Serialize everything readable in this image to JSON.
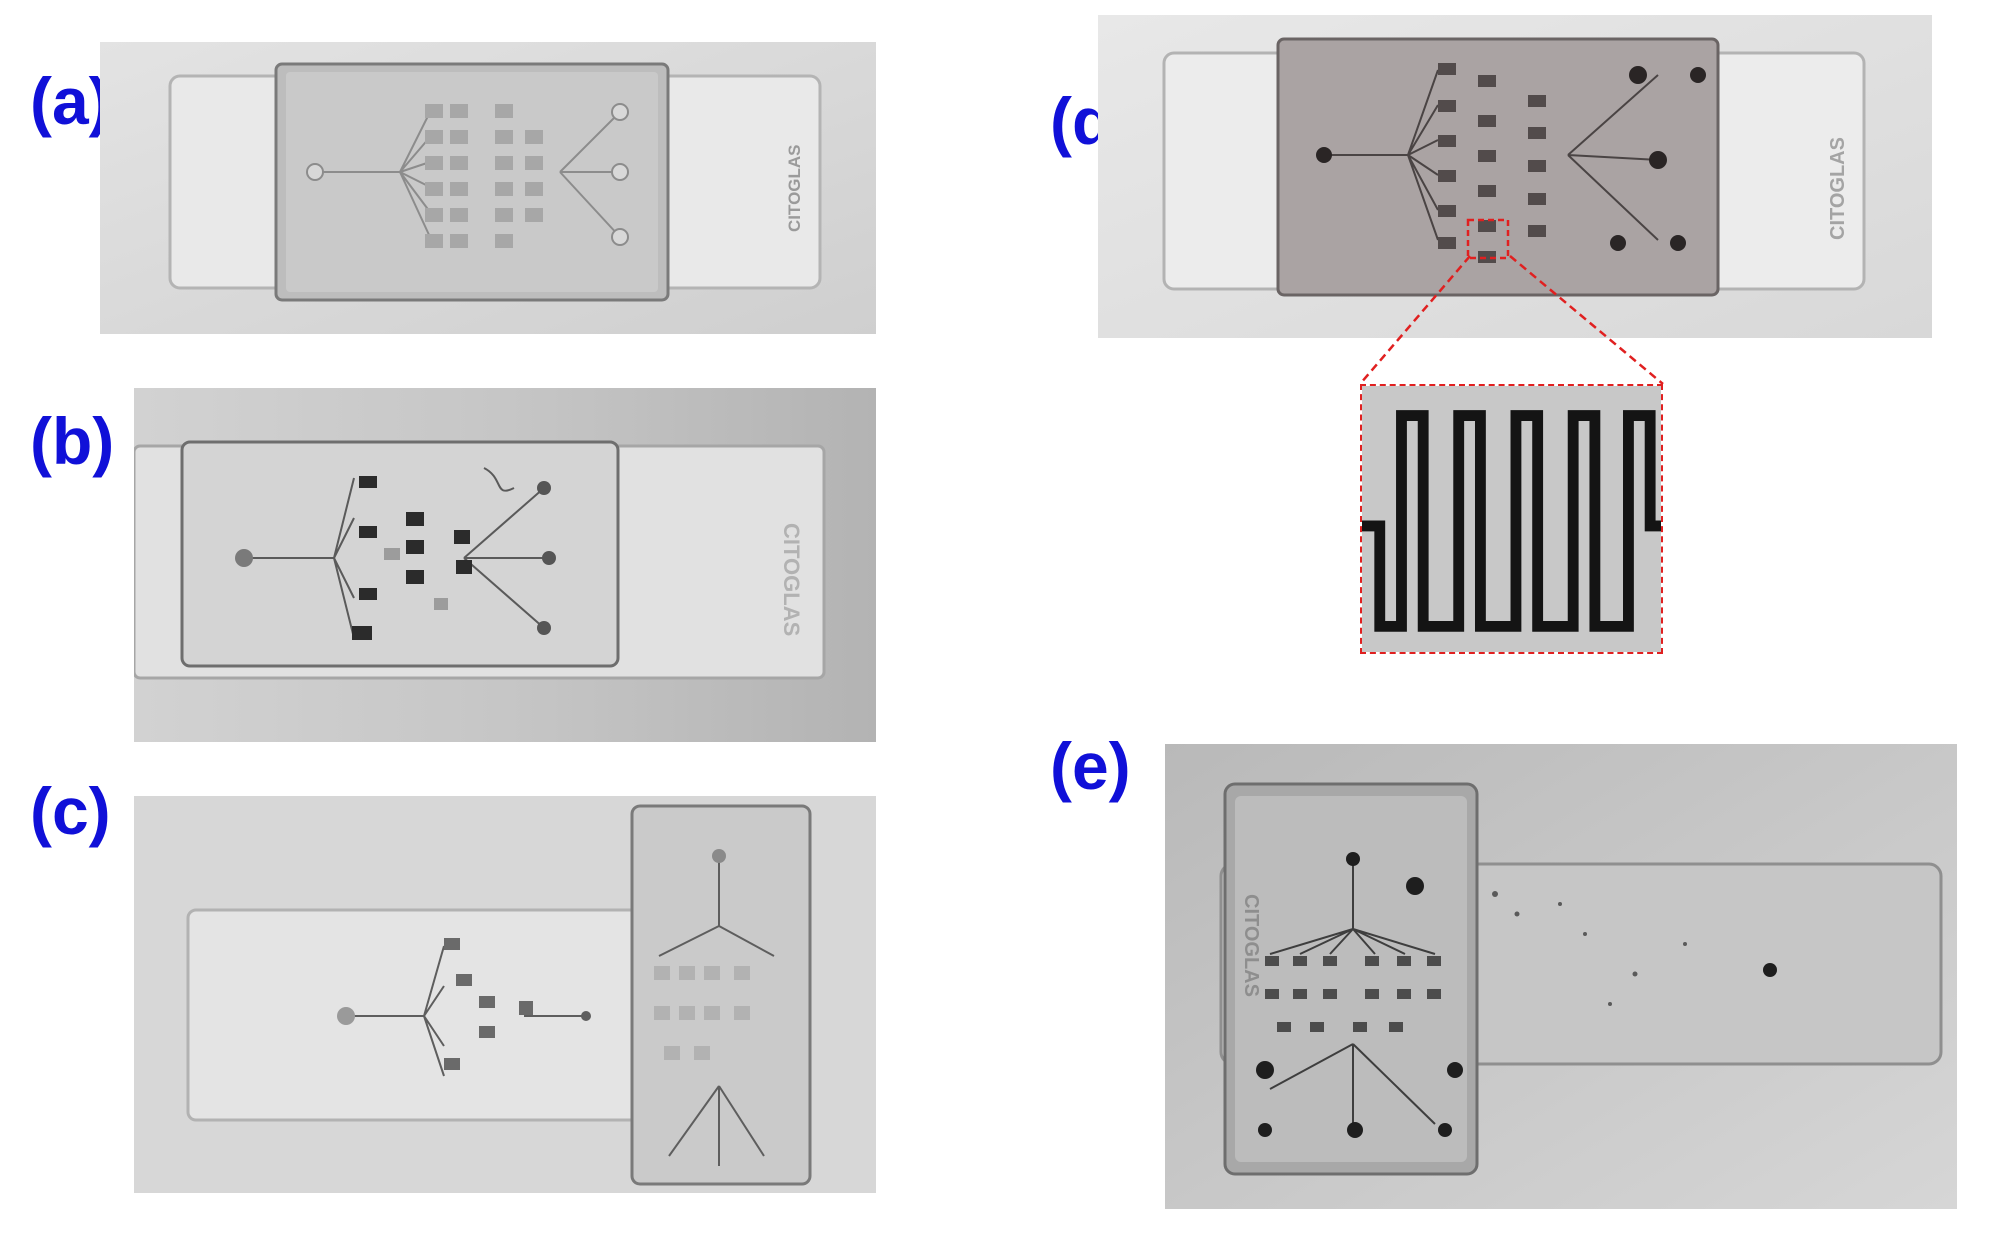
{
  "figure": {
    "panels": [
      {
        "id": "a",
        "label": "(a)",
        "photo": "pdms-chip-on-glass-slide"
      },
      {
        "id": "b",
        "label": "(b)",
        "photo": "chip-with-dark-sensor-pads"
      },
      {
        "id": "c",
        "label": "(c)",
        "photo": "peeled-chip-beside-slide"
      },
      {
        "id": "d",
        "label": "(d)",
        "photo": "bonded-chip-with-zoom-inset"
      },
      {
        "id": "e",
        "label": "(e)",
        "photo": "offset-chip-on-slide"
      }
    ],
    "slide_brand": "CITOGLAS",
    "zoom_inset": {
      "content": "serpentine-electrode-pattern",
      "border_style": "dashed"
    }
  },
  "colors": {
    "label": "#1010d8",
    "zoom_outline": "#e02020",
    "background": "#ffffff"
  }
}
